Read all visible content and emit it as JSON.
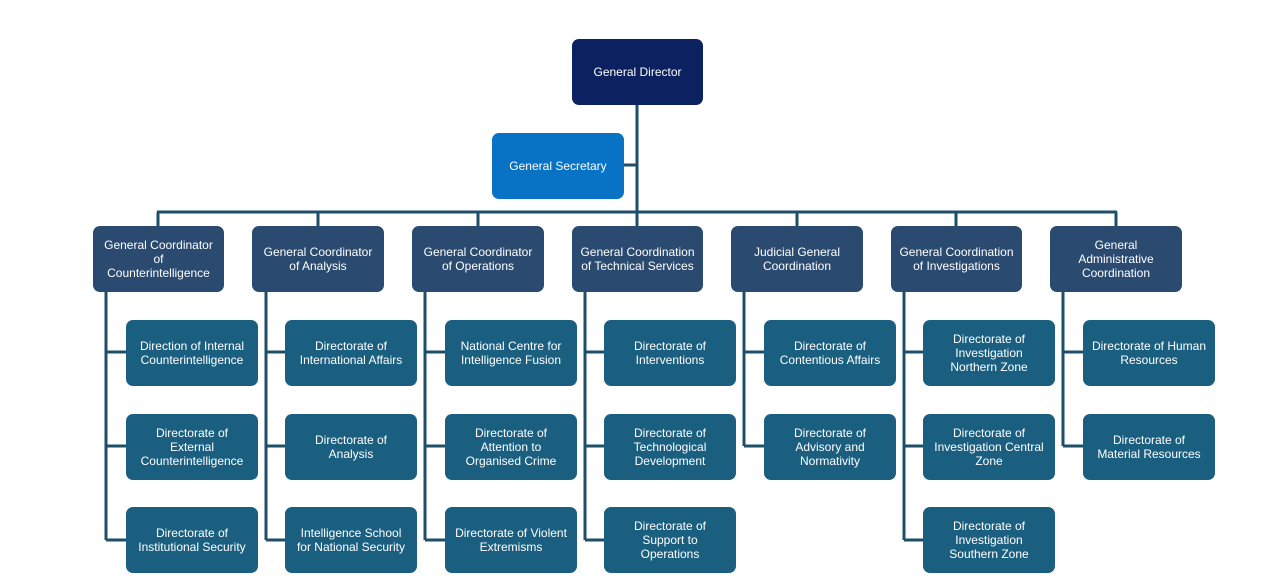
{
  "top": {
    "label": "General Director"
  },
  "secretary": {
    "label": "General Secretary"
  },
  "columns": [
    {
      "head": "General Coordinator\nof\nCounterintelligence",
      "units": [
        "Direction of Internal\nCounterintelligence",
        "Directorate of\nExternal\nCounterintelligence",
        "Directorate of\nInstitutional Security"
      ]
    },
    {
      "head": "General Coordinator\nof Analysis",
      "units": [
        "Directorate of\nInternational Affairs",
        "Directorate of\nAnalysis",
        "Intelligence School\nfor National Security"
      ]
    },
    {
      "head": "General Coordinator\nof Operations",
      "units": [
        "National Centre for\nIntelligence Fusion",
        "Directorate of\nAttention to\nOrganised Crime",
        "Directorate of Violent\nExtremisms"
      ]
    },
    {
      "head": "General Coordination\nof Technical Services",
      "units": [
        "Directorate of\nInterventions",
        "Directorate of\nTechnological\nDevelopment",
        "Directorate of\nSupport to\nOperations"
      ]
    },
    {
      "head": "Judicial General\nCoordination",
      "units": [
        "Directorate of\nContentious Affairs",
        "Directorate of\nAdvisory and\nNormativity"
      ]
    },
    {
      "head": "General Coordination\nof Investigations",
      "units": [
        "Directorate of\nInvestigation\nNorthern Zone",
        "Directorate of\nInvestigation Central\nZone",
        "Directorate of\nInvestigation\nSouthern Zone"
      ]
    },
    {
      "head": "General\nAdministrative\nCoordination",
      "units": [
        "Directorate of Human\nResources",
        "Directorate of\nMaterial Resources"
      ]
    }
  ]
}
